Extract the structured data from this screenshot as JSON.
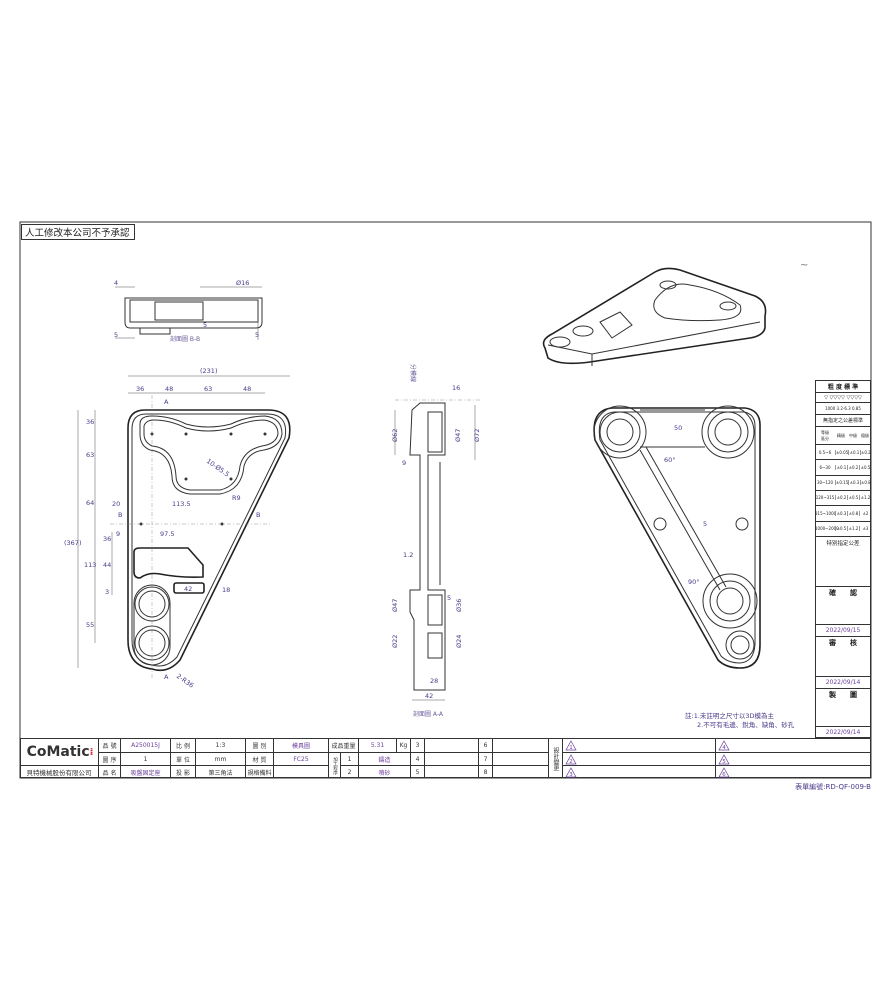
{
  "banner": "人工修改本公司不予承認",
  "form_number": "表單編號:RD-QF-009-B",
  "logo": {
    "text": "CoMatic",
    "company": "貝特機械股份有限公司",
    "accent": "#d02030"
  },
  "title_block": {
    "part_no_label": "品 號",
    "part_no": "A250015J",
    "seq_label": "圖 序",
    "seq": "1",
    "name_label": "品 名",
    "name": "吸盤固定座",
    "scale_label": "比 例",
    "scale": "1:3",
    "unit_label": "單 位",
    "unit": "mm",
    "projection_label": "投 影",
    "projection": "第三角法",
    "type_label": "圖 別",
    "type": "模具圖",
    "material_label": "材 質",
    "material": "FC25",
    "spec_label": "規格備料",
    "spec": "",
    "weight_label": "成品重量",
    "weight": "5.31",
    "weight_unit": "Kg",
    "process_label": "加工程序",
    "processes": [
      {
        "no": "1",
        "name": "鑄造"
      },
      {
        "no": "2",
        "name": "噴砂"
      }
    ],
    "extra_nos": [
      "3",
      "4",
      "5",
      "6",
      "7",
      "8"
    ],
    "revision_label": "設計變更",
    "revisions": [
      "1",
      "2",
      "3",
      "4",
      "5",
      "6"
    ]
  },
  "right_column": {
    "roughness_title": "粗 度 標 準",
    "roughness_symbols": "▽ ▽▽▽▽ ▽▽▽▽",
    "roughness_values": "1000  3.2-6.3  0.85",
    "tolerance_title": "無指定之公差標準",
    "grade_label": "等級",
    "range_label": "區分",
    "grades": [
      "精級",
      "中級",
      "粗級"
    ],
    "rows": [
      {
        "range": "0.5~6",
        "vals": [
          "±0.05",
          "±0.1",
          "±0.2"
        ]
      },
      {
        "range": "6~30",
        "vals": [
          "±0.1",
          "±0.2",
          "±0.5"
        ]
      },
      {
        "range": "30~120",
        "vals": [
          "±0.15",
          "±0.3",
          "±0.8"
        ]
      },
      {
        "range": "120~315",
        "vals": [
          "±0.2",
          "±0.5",
          "±1.2"
        ]
      },
      {
        "range": "315~1000",
        "vals": [
          "±0.3",
          "±0.8",
          "±2"
        ]
      },
      {
        "range": "1000~2000",
        "vals": [
          "±0.5",
          "±1.2",
          "±3"
        ]
      }
    ],
    "special_tol": "特別指定公差",
    "confirm": "確　　認",
    "confirm_date": "2022/09/15",
    "review": "審　　核",
    "review_date": "2022/09/14",
    "draw": "製　　圖",
    "draw_date": "2022/09/14"
  },
  "notes": [
    "註:1.未註明之尺寸以3D模為主",
    "2.不可有毛邊、銳角、缺角、砂孔"
  ],
  "views": {
    "section_bb": "剖面圖 B-B",
    "section_aa": "剖面圖 A-A",
    "parting_line": "分模線"
  },
  "dims": {
    "bb": [
      "4",
      "Ø16",
      "5",
      "5",
      "5"
    ],
    "plan": [
      "(231)",
      "36",
      "48",
      "63",
      "48",
      "A",
      "A",
      "36",
      "63",
      "64",
      "(367)",
      "113",
      "55",
      "20",
      "B",
      "113.5",
      "B",
      "9",
      "97.5",
      "36",
      "44",
      "3",
      "42",
      "18",
      "10-Ø5.5",
      "R9",
      "2-R36"
    ],
    "aa": [
      "16",
      "Ø62",
      "Ø47",
      "Ø72",
      "9",
      "1.2",
      "5",
      "Ø47",
      "Ø36",
      "Ø22",
      "Ø24",
      "28",
      "42"
    ],
    "right": [
      "50",
      "60°",
      "5",
      "90°"
    ]
  },
  "colors": {
    "dimension": "#4b3a8a",
    "line": "#333333"
  }
}
